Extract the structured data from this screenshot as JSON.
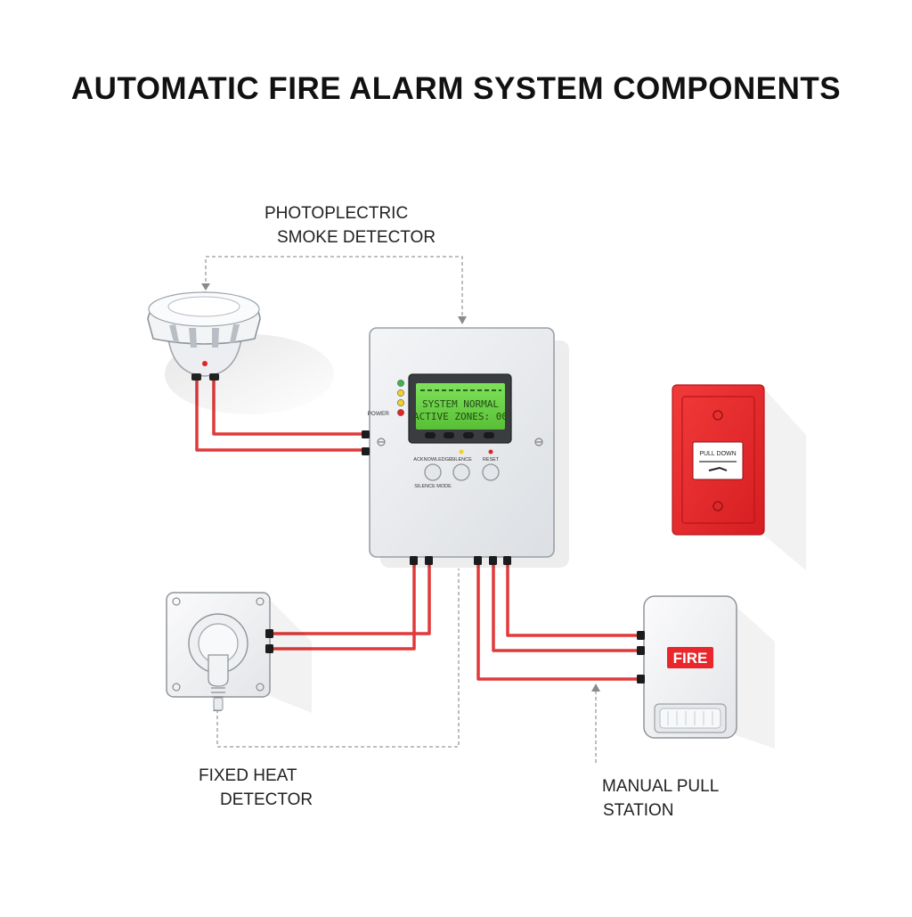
{
  "title": "AUTOMATIC FIRE ALARM SYSTEM COMPONENTS",
  "labels": {
    "smoke_detector": [
      "PHOTOPLECTRIC",
      "SMOKE DETECTOR"
    ],
    "heat_detector": [
      "FIXED HEAT",
      "DETECTOR"
    ],
    "pull_station": [
      "MANUAL PULL",
      "STATION"
    ]
  },
  "control_panel": {
    "display_line1": "SYSTEM NORMAL",
    "display_line2": "ACTIVE ZONES: 00",
    "display_header": "",
    "led_label": "POWER",
    "button_labels": [
      "ACKNOWLEDGE",
      "SILENCE",
      "RESET"
    ],
    "button_sublabel": "SILENCE MODE"
  },
  "pull_station": {
    "label": "PULL DOWN"
  },
  "horn_strobe": {
    "label": "FIRE"
  },
  "colors": {
    "wire": "#e03a3a",
    "alarm_red": "#e8262b",
    "lcd_green": "#6fd44a",
    "panel_gray": "#e9ebee",
    "led_green": "#3bb54a",
    "led_yellow": "#f2d027",
    "led_red": "#e02424"
  },
  "icons": [
    "smoke-detector-icon",
    "heat-detector-icon",
    "control-panel-icon",
    "pull-station-icon",
    "horn-strobe-icon"
  ]
}
